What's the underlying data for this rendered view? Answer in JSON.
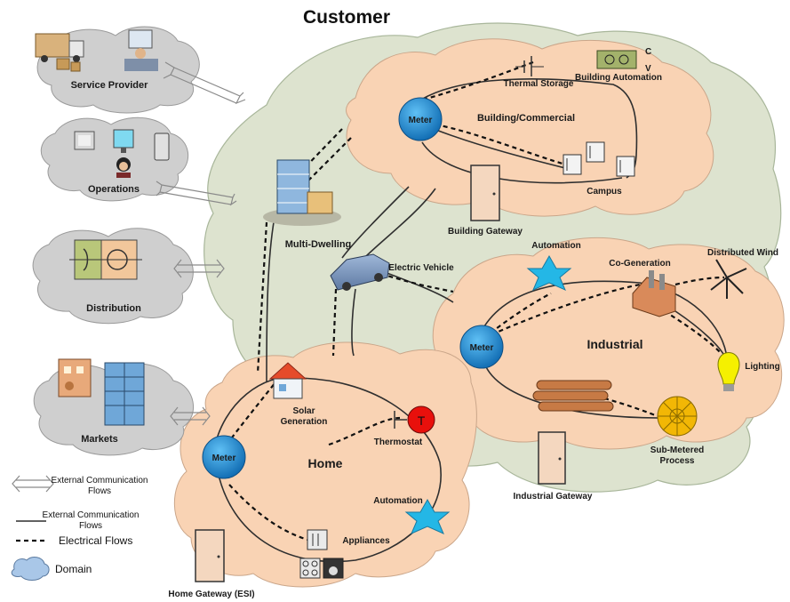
{
  "title": "Customer",
  "domains": {
    "service_provider": "Service Provider",
    "operations": "Operations",
    "distribution": "Distribution",
    "markets": "Markets",
    "building_commercial": "Building/Commercial",
    "industrial": "Industrial",
    "home": "Home"
  },
  "nodes": {
    "meter_building": "Meter",
    "meter_industrial": "Meter",
    "meter_home": "Meter",
    "thermal_storage": "Thermal Storage",
    "building_automation": "Building Automation",
    "campus": "Campus",
    "building_gateway": "Building Gateway",
    "multi_dwelling": "Multi-Dwelling",
    "electric_vehicle": "Electric Vehicle",
    "automation_industrial": "Automation",
    "co_generation": "Co-Generation",
    "distributed_wind": "Distributed Wind",
    "lighting": "Lighting",
    "sub_metered_process_1": "Sub-Metered",
    "sub_metered_process_2": "Process",
    "industrial_gateway": "Industrial Gateway",
    "solar_generation_1": "Solar",
    "solar_generation_2": "Generation",
    "thermostat": "Thermostat",
    "thermostat_glyph": "T",
    "automation_home": "Automation",
    "appliances": "Appliances",
    "home_gateway": "Home Gateway (ESI)"
  },
  "legend": {
    "external_flows_1": "External Communication",
    "external_flows_2": "Flows",
    "internal_flows_1": "External Communication",
    "internal_flows_2": "Flows",
    "electrical_flows": "Electrical Flows",
    "domain": "Domain"
  },
  "colors": {
    "customer_cloud": "#dde3cf",
    "subdomain_cloud": "#f9d3b4",
    "external_cloud": "#cfcfcf",
    "meter": "#1e8fd6",
    "star": "#24b7e6",
    "thermostat": "#e8100c",
    "sub_meter": "#f2b705"
  }
}
